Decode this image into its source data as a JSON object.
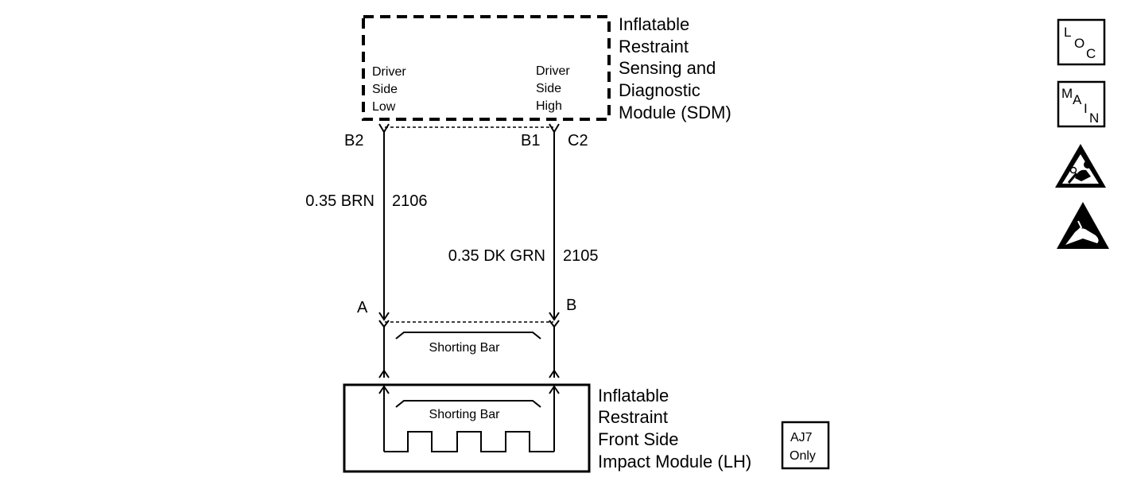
{
  "sdm": {
    "title_lines": [
      "Inflatable",
      "Restraint",
      "Sensing and",
      "Diagnostic",
      "Module (SDM)"
    ],
    "left_label": [
      "Driver",
      "Side",
      "Low"
    ],
    "right_label": [
      "Driver",
      "Side",
      "High"
    ]
  },
  "pins": {
    "b2": "B2",
    "b1": "B1",
    "c2": "C2",
    "a": "A",
    "b": "B"
  },
  "wires": {
    "left": {
      "gauge_color": "0.35 BRN",
      "circuit": "2106"
    },
    "right": {
      "gauge_color": "0.35 DK GRN",
      "circuit": "2105"
    }
  },
  "connector": {
    "shorting_bar": "Shorting Bar"
  },
  "module": {
    "title_lines": [
      "Inflatable",
      "Restraint",
      "Front Side",
      "Impact Module (LH)"
    ],
    "shorting_bar": "Shorting Bar",
    "option_badge": [
      "AJ7",
      "Only"
    ]
  },
  "icons": {
    "loc": [
      "L",
      "O",
      "C"
    ],
    "main": [
      "M",
      "A",
      "I",
      "N"
    ],
    "airbag_warning": "airbag-warning-icon",
    "esd_warning": "esd-warning-icon"
  }
}
